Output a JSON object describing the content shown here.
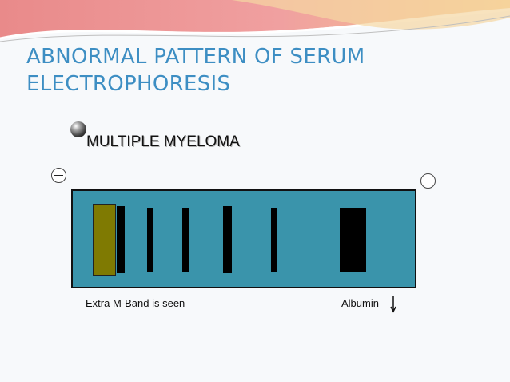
{
  "slide": {
    "title": "ABNORMAL PATTERN OF SERUM ELECTROPHORESIS",
    "bullet": "MULTIPLE MYELOMA"
  },
  "electrophoresis": {
    "negative_electrode_icon": "minus-circle-icon",
    "positive_electrode_icon": "plus-circle-icon",
    "mband_color": "#7f7a02",
    "gel_color": "#3a94ab",
    "band_color": "#000000",
    "bands": [
      "M-band",
      "band-1",
      "band-2",
      "band-3",
      "band-4",
      "band-5",
      "albumin"
    ]
  },
  "captions": {
    "left": "Extra M-Band is seen",
    "right": "Albumin"
  },
  "colors": {
    "title": "#3d8ec3",
    "header_gradient_start": "#e98a8a",
    "header_gradient_end": "#f7c98a"
  }
}
